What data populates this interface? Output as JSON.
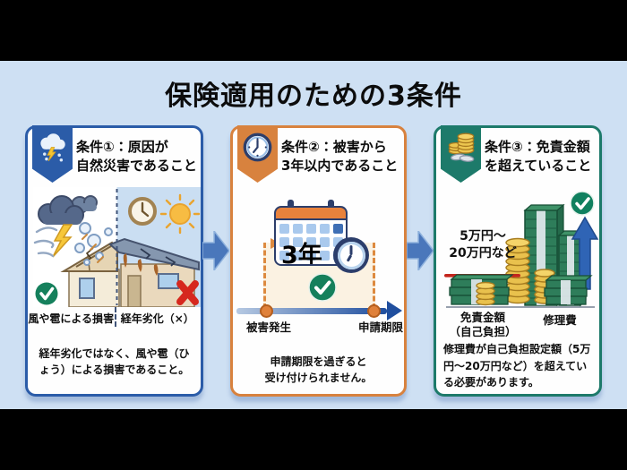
{
  "title": "保険適用のための3条件",
  "panels": [
    {
      "heading": "条件①：原因が\n自然災害であること",
      "icon": "storm-cloud-icon",
      "accent_color": "#2b5ca8",
      "label_left": "風や雹による損害",
      "label_right": "経年劣化（×）",
      "caption": "経年劣化ではなく、風や雹（ひょう）による損害であること。"
    },
    {
      "heading": "条件②：被害から\n3年以内であること",
      "icon": "clock-icon",
      "accent_color": "#d8823e",
      "calendar_label": "3年",
      "label_left": "被害発生",
      "label_right": "申請期限",
      "caption": "申請期限を過ぎると\n受け付けられません。"
    },
    {
      "heading": "条件③：免責金額\nを超えていること",
      "icon": "coin-stack-icon",
      "accent_color": "#1d7a6a",
      "amount_note": "5万円〜\n20万円など",
      "label_left": "免責金額\n（自己負担）",
      "label_right": "修理費",
      "caption": "修理費が自己負担設定額（5万円〜20万円など）を超えている必要があります。"
    }
  ]
}
